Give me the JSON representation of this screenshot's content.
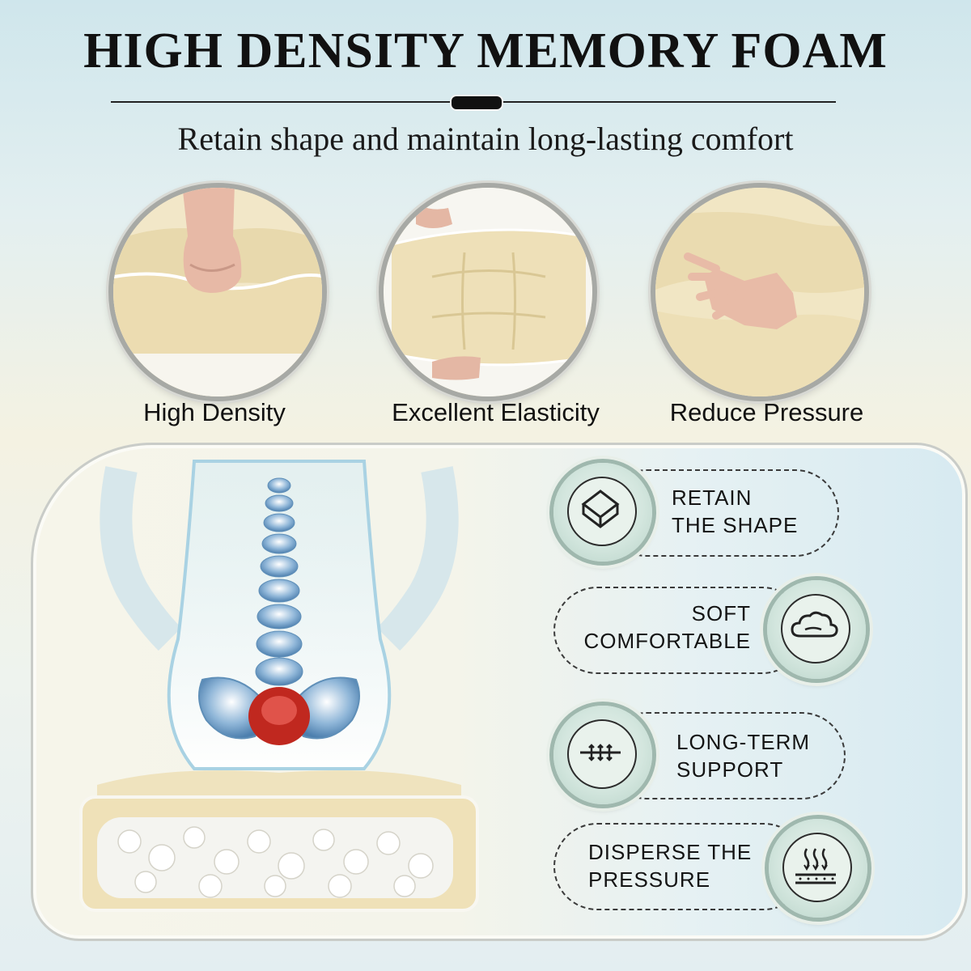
{
  "header": {
    "title": "HIGH DENSITY MEMORY FOAM",
    "subtitle": "Retain shape and maintain long-lasting comfort"
  },
  "highlights": [
    {
      "label": "High Density"
    },
    {
      "label": "Excellent Elasticity"
    },
    {
      "label": "Reduce Pressure"
    }
  ],
  "features": [
    {
      "line1": "RETAIN",
      "line2": "THE SHAPE",
      "icon": "layer-box-icon"
    },
    {
      "line1": "SOFT",
      "line2": "COMFORTABLE",
      "icon": "cloud-icon"
    },
    {
      "line1": "LONG-TERM",
      "line2": "SUPPORT",
      "icon": "support-arrows-icon"
    },
    {
      "line1": "DISPERSE THE",
      "line2": "PRESSURE",
      "icon": "heat-disperse-icon"
    }
  ],
  "colors": {
    "cushion": "#efe3be",
    "accent": "#9fb8ae"
  }
}
